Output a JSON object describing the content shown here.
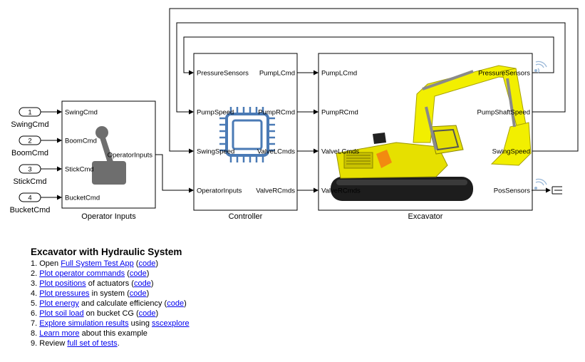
{
  "inports": [
    {
      "num": "1",
      "name": "SwingCmd"
    },
    {
      "num": "2",
      "name": "BoomCmd"
    },
    {
      "num": "3",
      "name": "StickCmd"
    },
    {
      "num": "4",
      "name": "BucketCmd"
    }
  ],
  "operator_inputs": {
    "title": "Operator Inputs",
    "in_ports": [
      "SwingCmd",
      "BoomCmd",
      "StickCmd",
      "BucketCmd"
    ],
    "out_port": "OperatorInputs"
  },
  "controller": {
    "title": "Controller",
    "in_ports": [
      "PressureSensors",
      "PumpSpeed",
      "SwingSpeed",
      "OperatorInputs"
    ],
    "out_ports": [
      "PumpLCmd",
      "PumpRCmd",
      "ValveLCmds",
      "ValveRCmds"
    ]
  },
  "excavator": {
    "title": "Excavator",
    "in_ports": [
      "PumpLCmd",
      "PumpRCmd",
      "ValveLCmds",
      "ValveRCmds"
    ],
    "out_ports": [
      "PressureSensors",
      "PumpShaftSpeed",
      "SwingSpeed",
      "PosSensors"
    ]
  },
  "info": {
    "title": "Excavator with Hydraulic System",
    "items": [
      {
        "num": "1.",
        "pre": "Open ",
        "link": "Full System Test App",
        "mid": " (",
        "code": "code",
        "post": ")"
      },
      {
        "num": "2.",
        "pre": "",
        "link": "Plot operator commands",
        "mid": " (",
        "code": "code",
        "post": ")"
      },
      {
        "num": "3.",
        "pre": "",
        "link": "Plot positions",
        "mid": " of actuators (",
        "code": "code",
        "post": ")"
      },
      {
        "num": "4.",
        "pre": "",
        "link": "Plot pressures",
        "mid": " in system (",
        "code": "code",
        "post": ")"
      },
      {
        "num": "5.",
        "pre": "",
        "link": "Plot energy",
        "mid": " and calculate efficiency (",
        "code": "code",
        "post": ")"
      },
      {
        "num": "6.",
        "pre": "",
        "link": "Plot soil load",
        "mid": " on bucket CG (",
        "code": "code",
        "post": ")"
      },
      {
        "num": "7.",
        "pre": "",
        "link": "Explore simulation results",
        "mid": " using ",
        "code": "sscexplore",
        "post": ""
      },
      {
        "num": "8.",
        "pre": "",
        "link": "Learn more",
        "mid": " about this example",
        "code": "",
        "post": ""
      },
      {
        "num": "9.",
        "pre": "Review ",
        "link": "full set of tests",
        "mid": ".",
        "code": "",
        "post": ""
      }
    ]
  }
}
